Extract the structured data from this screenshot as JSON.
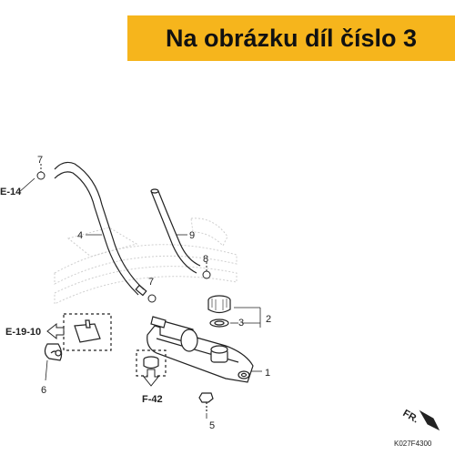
{
  "banner": {
    "text": "Na obrázku díl číslo 3"
  },
  "diagram": {
    "part_labels": {
      "p1": "1",
      "p2": "2",
      "p3": "3",
      "p4": "4",
      "p5": "5",
      "p6": "6",
      "p7a": "7",
      "p7b": "7",
      "p8": "8",
      "p9": "9"
    },
    "section_refs": {
      "e14": "E-14",
      "e1910": "E-19-10",
      "f42": "F-42"
    },
    "direction": "FR.",
    "drawing_code": "K027F4300"
  },
  "colors": {
    "banner": "#f6b51c",
    "line": "#222222",
    "watermark": "#cfcfcf"
  }
}
